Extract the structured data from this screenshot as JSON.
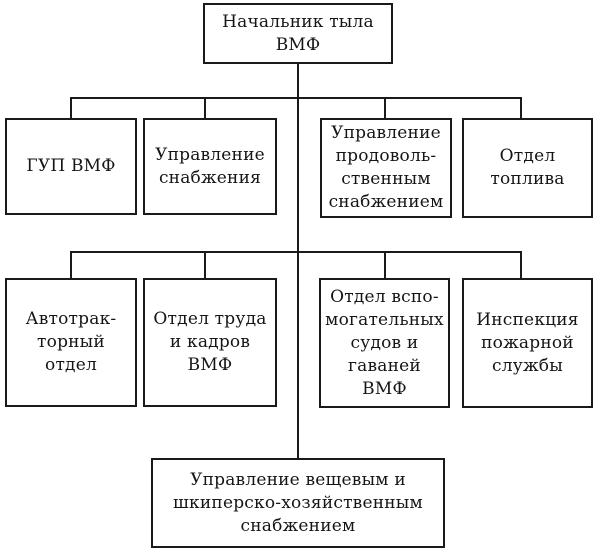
{
  "diagram": {
    "type": "org-chart",
    "background_color": "#ffffff",
    "line_color": "#1a1a1a",
    "text_color": "#151515",
    "nodes": {
      "root": {
        "label": "Начальник тыла\nВМФ"
      },
      "gup": {
        "label": "ГУП ВМФ"
      },
      "supply": {
        "label": "Управление\nснабжения"
      },
      "food": {
        "label": "Управление\nпродоволь-\nственным\nснабжением"
      },
      "fuel": {
        "label": "Отдел\nтоплива"
      },
      "auto": {
        "label": "Автотрак-\nторный\nотдел"
      },
      "labor": {
        "label": "Отдел труда\nи кадров\nВМФ"
      },
      "aux": {
        "label": "Отдел вспо-\nмогательных\nсудов и\nгаваней\nВМФ"
      },
      "fire": {
        "label": "Инспекция\nпожарной\nслужбы"
      },
      "clothing": {
        "label": "Управление вещевым и\nшкиперско-хозяйственным\nснабжением"
      }
    }
  }
}
